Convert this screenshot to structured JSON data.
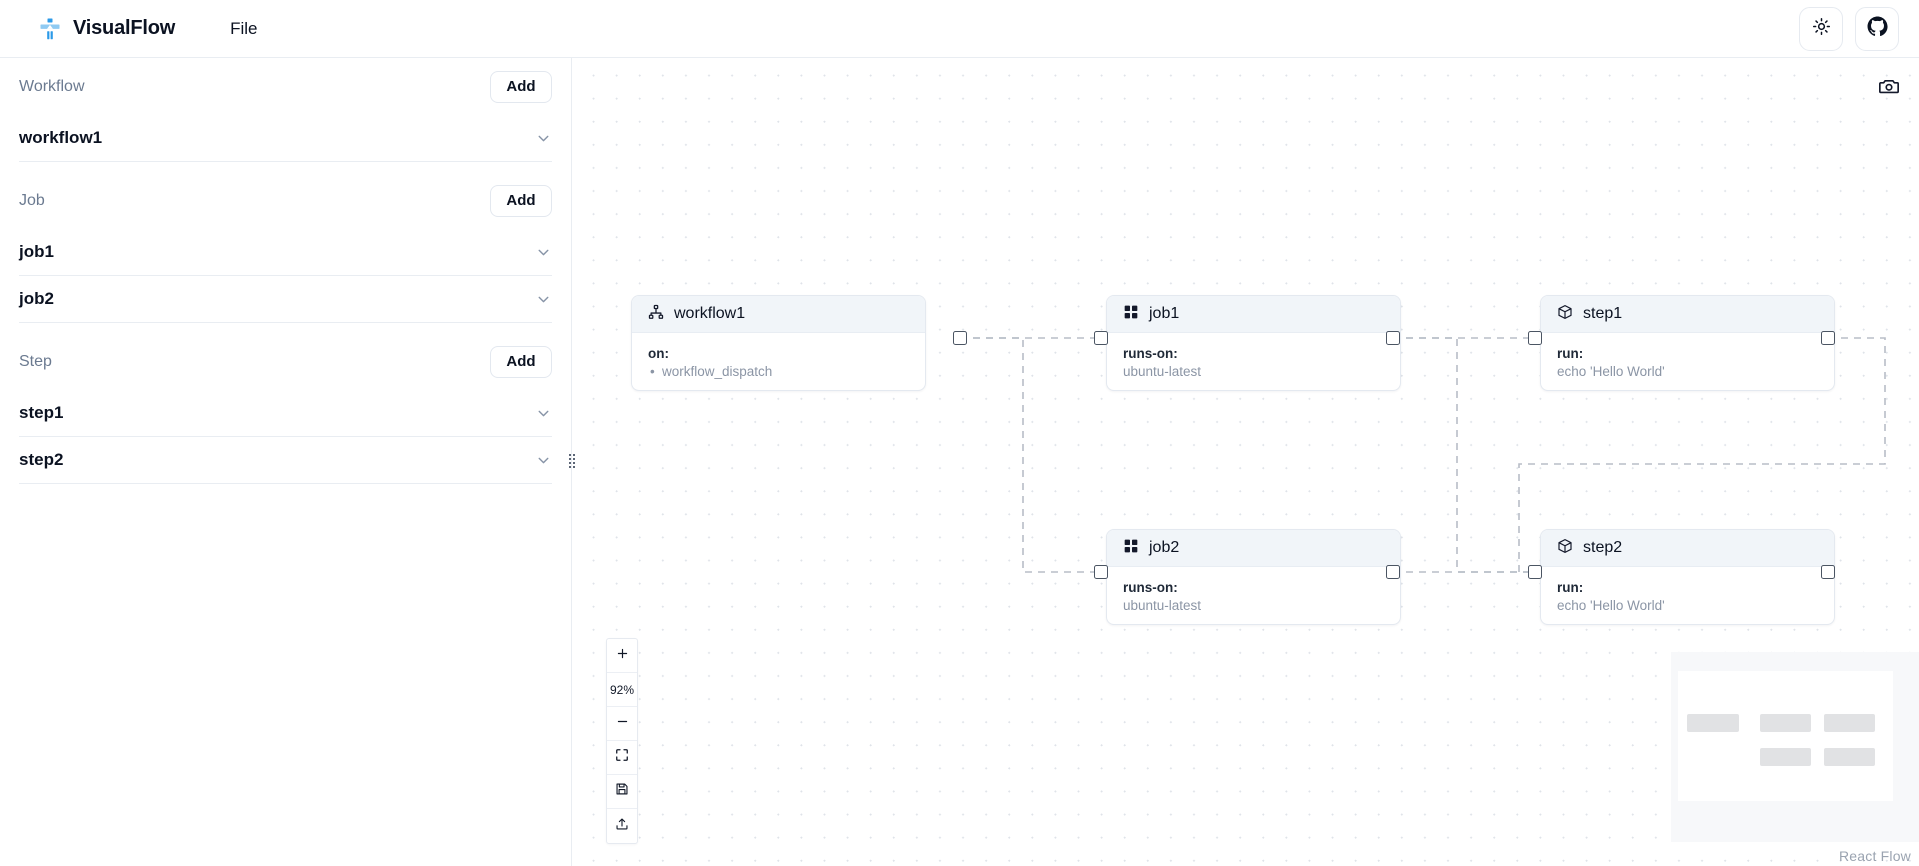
{
  "app": {
    "name": "VisualFlow",
    "logo_icon": "sitemap-icon",
    "menu": [
      {
        "label": "File",
        "name": "menu-file"
      }
    ],
    "actions": [
      {
        "label": "",
        "icon": "sun-icon",
        "name": "theme-toggle-button"
      },
      {
        "label": "",
        "icon": "github-icon",
        "name": "github-link-button"
      }
    ]
  },
  "sidebar": {
    "sections": [
      {
        "title": "Workflow",
        "add_label": "Add",
        "items": [
          {
            "label": "workflow1"
          }
        ]
      },
      {
        "title": "Job",
        "add_label": "Add",
        "items": [
          {
            "label": "job1"
          },
          {
            "label": "job2"
          }
        ]
      },
      {
        "title": "Step",
        "add_label": "Add",
        "items": [
          {
            "label": "step1"
          },
          {
            "label": "step2"
          }
        ]
      }
    ],
    "resize_handle_icon": "grip-dots-icon"
  },
  "canvas": {
    "screenshot_icon": "camera-icon",
    "attribution": "React Flow",
    "nodes": [
      {
        "id": "workflow1",
        "icon": "sitemap-icon",
        "title": "workflow1",
        "key": "on:",
        "value": "",
        "list": [
          "workflow_dispatch"
        ]
      },
      {
        "id": "job1",
        "icon": "grid-icon",
        "title": "job1",
        "key": "runs-on:",
        "value": "ubuntu-latest",
        "list": []
      },
      {
        "id": "step1",
        "icon": "cube-icon",
        "title": "step1",
        "key": "run:",
        "value": "echo 'Hello World'",
        "list": []
      },
      {
        "id": "job2",
        "icon": "grid-icon",
        "title": "job2",
        "key": "runs-on:",
        "value": "ubuntu-latest",
        "list": []
      },
      {
        "id": "step2",
        "icon": "cube-icon",
        "title": "step2",
        "key": "run:",
        "value": "echo 'Hello World'",
        "list": []
      }
    ],
    "controls": [
      {
        "name": "zoom-in-button",
        "icon": "plus-icon",
        "label": "+"
      },
      {
        "name": "zoom-level-display",
        "icon": "",
        "label": "92%"
      },
      {
        "name": "zoom-out-button",
        "icon": "minus-icon",
        "label": "−"
      },
      {
        "name": "fit-view-button",
        "icon": "fit-screen-icon",
        "label": ""
      },
      {
        "name": "save-button",
        "icon": "save-icon",
        "label": ""
      },
      {
        "name": "export-button",
        "icon": "upload-icon",
        "label": ""
      }
    ],
    "zoom_level": "92%"
  },
  "colors": {
    "accent": "#2b9ae8",
    "node_header": "#f1f5f9",
    "border": "#e9edf2",
    "muted_text": "#6b7a90",
    "edge": "#b8bdc7"
  }
}
